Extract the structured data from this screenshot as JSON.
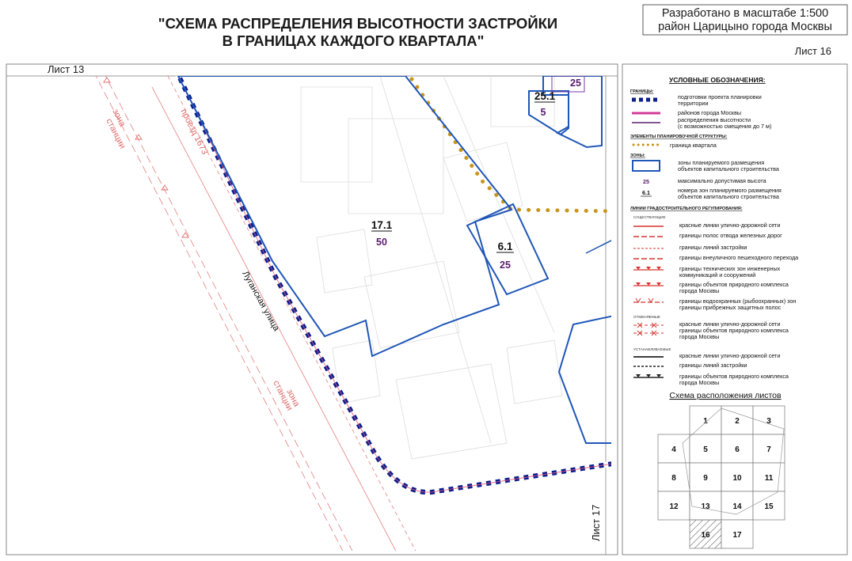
{
  "title": {
    "line1": "\"СХЕМА РАСПРЕДЕЛЕНИЯ ВЫСОТНОСТИ ЗАСТРОЙКИ",
    "line2": "В ГРАНИЦАХ КАЖДОГО КВАРТАЛА\""
  },
  "stamp": {
    "line1": "Разработано в масштабе 1:500",
    "line2": "район Царицыно города Москвы"
  },
  "sheet": {
    "current": "Лист 16",
    "left": "Лист 13",
    "bottom_right": "Лист 17"
  },
  "map": {
    "street_main": "Луганская улица",
    "street_proezd": "проезд 1673",
    "station_zone_top": "зона",
    "station_zone_top2": "станции",
    "station_zone_bottom": "зона",
    "station_zone_bottom2": "станции",
    "zones": [
      {
        "id": "17.1",
        "height": "50"
      },
      {
        "id": "6.1",
        "height": "25"
      },
      {
        "id": "25.1",
        "height": "5"
      },
      {
        "id": "",
        "height": "25"
      }
    ]
  },
  "legend": {
    "heading": "УСЛОВНЫЕ ОБОЗНАЧЕНИЯ:",
    "boundaries_head": "ГРАНИЦЫ:",
    "boundaries": [
      {
        "label": "подготовки проекта планировки",
        "label2": "территории",
        "color": "#0b1f8c"
      },
      {
        "label": "районов города Москвы",
        "label2": "",
        "color": "#d23a9a"
      },
      {
        "label": "распределения высотности",
        "label2": "(с возможностью смещения до 7 м)",
        "color": "#5a1d6e"
      }
    ],
    "planning_head": "ЭЛЕМЕНТЫ ПЛАНИРОВОЧНОЙ СТРУКТУРЫ:",
    "planning_item": "граница квартала",
    "quarter_color": "#c9951c",
    "zones_head": "ЗОНЫ:",
    "zone_item1": "зоны планируемого размещения",
    "zone_item1b": "объектов капитального строительства",
    "zone_color": "#1f56b8",
    "max_height_symbol": "25",
    "max_height_label": "максимально допустимая высота",
    "zone_number_symbol": "6.1",
    "zone_number_label": "номера зон планируемого размещения",
    "zone_number_label2": "объектов капитального строительства",
    "lines_head": "ЛИНИИ ГРАДОСТРОИТЕЛЬНОГО РЕГУЛИРОВАНИЯ:",
    "existing_head": "СУЩЕСТВУЮЩИЕ",
    "existing": [
      "красные линии улично-дорожной сети",
      "границы полос отвода железных дорог",
      "границы линий застройки",
      "границы внеуличного пешеходного перехода",
      "границы технических зон инженерных|коммуникаций и сооружений",
      "границы объектов природного комплекса|города Москвы",
      "границы водоохранных (рыбоохранных) зон|границы прибрежных защитных полос"
    ],
    "cancelled_head": "ОТМЕНЯЕМЫЕ",
    "cancelled": [
      "красные линии улично-дорожной сети|границы объектов природного комплекса|города Москвы"
    ],
    "established_head": "УСТАНАВЛИВАЕМЫЕ",
    "established": [
      "красные линии улично-дорожной сети",
      "границы линий застройки",
      "границы объектов природного комплекса|города Москвы"
    ]
  },
  "sheet_grid": {
    "title": "Схема расположения листов",
    "current": "16",
    "cells": [
      [
        "",
        "1",
        "2",
        "3"
      ],
      [
        "4",
        "5",
        "6",
        "7"
      ],
      [
        "8",
        "9",
        "10",
        "11"
      ],
      [
        "12",
        "13",
        "14",
        "15"
      ],
      [
        "",
        "16",
        "17",
        ""
      ]
    ]
  }
}
